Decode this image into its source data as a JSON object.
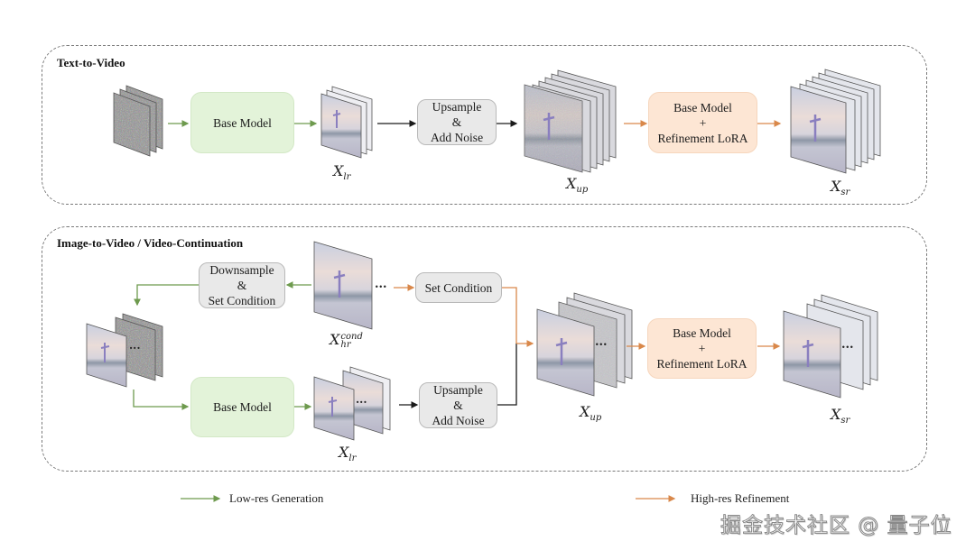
{
  "panels": {
    "t2v": {
      "title": "Text-to-Video"
    },
    "i2v": {
      "title": "Image-to-Video / Video-Continuation"
    }
  },
  "boxes": {
    "t2v_base": {
      "lines": [
        "Base Model"
      ]
    },
    "t2v_upsample": {
      "lines": [
        "Upsample",
        "&",
        "Add Noise"
      ]
    },
    "t2v_refine": {
      "lines": [
        "Base Model",
        "+",
        "Refinement LoRA"
      ]
    },
    "i2v_downsample": {
      "lines": [
        "Downsample",
        "&",
        "Set Condition"
      ]
    },
    "i2v_setcond": {
      "lines": [
        "Set Condition"
      ]
    },
    "i2v_base": {
      "lines": [
        "Base Model"
      ]
    },
    "i2v_upsample": {
      "lines": [
        "Upsample",
        "&",
        "Add Noise"
      ]
    },
    "i2v_refine": {
      "lines": [
        "Base Model",
        "+",
        "Refinement LoRA"
      ]
    }
  },
  "labels": {
    "x_lr": {
      "base": "X",
      "sub": "lr"
    },
    "x_up": {
      "base": "X",
      "sub": "up"
    },
    "x_sr": {
      "base": "X",
      "sub": "sr"
    },
    "x_hr_cond": {
      "base": "X",
      "sup": "cond",
      "sub": "hr"
    }
  },
  "ellipsis": "...",
  "legend": {
    "low_res": {
      "label": "Low-res Generation",
      "color": "#6e9a4e"
    },
    "high_res": {
      "label": "High-res Refinement",
      "color": "#d9884a"
    }
  },
  "colors": {
    "green_arrow": "#6e9a4e",
    "orange_arrow": "#d9884a",
    "black_arrow": "#1a1a1a",
    "box_green": "#e3f3d9",
    "box_gray": "#e9e9e9",
    "box_orange": "#fde6d4"
  },
  "watermark": "掘金技术社区 @ 量子位"
}
